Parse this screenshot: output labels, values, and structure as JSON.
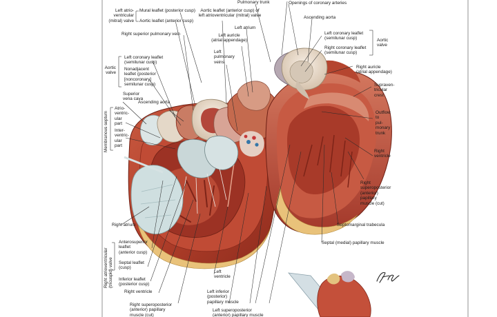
{
  "labels": {
    "left_av_valve": "Left atrio-\nventricular\n(mitral) valve",
    "mural_leaflet": "Mural leaflet (posterior cusp)",
    "aortic_leaflet": "Aortic leaflet (anterior cusp)",
    "aortic_leaflet_of_lav": "Aortic leaflet (anterior cusp) of\nleft atrioventricular (mitral) valve",
    "pulmonary_trunk": "Pulmonary trunk",
    "openings_coronary": "Openings of coronary arteries",
    "ascending_aorta_top": "Ascending aorta",
    "right_sup_pulm_vein": "Right superior pulmonary vein",
    "left_atrium": "Left atrium",
    "left_auricle": "Left auricle\n(atrial appendage)",
    "left_pulm_veins": "Left\npulmonary\nveins",
    "left_coronary_leaflet_r": "Left coronary leaflet\n(semilunar cusp)",
    "right_coronary_leaflet_r": "Right coronary leaflet\n(semilunar cusp)",
    "aortic_valve_r": "Aortic\nvalve",
    "aortic_valve_l": "Aortic\nvalve",
    "left_coronary_leaflet_l": "Left coronary leaflet\n(semilunar cusp)",
    "nonadjacent_leaflet": "Nonadjacent\nleaflet (posterior\n[noncoronary]\nsemilunar cusp)",
    "right_auricle": "Right auricle\n(atrial appendage)",
    "ascending_aorta_mid": "Ascending aorta",
    "supraventricular_crest": "Supraven-\ntricular\ncrest",
    "superior_vena_cava": "Superior\nvena cava",
    "membranous_septum": "Membranous septum",
    "atrioventricular_part": "Atrio-\nventric-\nular\npart",
    "interventricular_part": "Inter-\nventric-\nular\npart",
    "outflow": "Outflow\nto\npul-\nmonary\ntrunk",
    "right_ventricle_r": "Right\nventricle",
    "right_superoposterior_r": "Right\nsuperoposterior\n(anterior)\npapillary\nmuscle (cut)",
    "septomarginal": "Septomarginal trabecula",
    "right_atrium": "Right atrium",
    "septal_papillary": "Septal (medial) papillary muscle",
    "right_av_valve": "Right atrioventricular\n(tricuspid) valve",
    "anterosuperior_leaflet": "Anterosuperior\nleaflet\n(anterior cusp)",
    "septal_leaflet": "Septal leaflet\n(cusp)",
    "inferior_leaflet": "Inferior leaflet\n(posterior cusp)",
    "left_ventricle": "Left\nventricle",
    "right_ventricle_l": "Right ventricle",
    "left_inferior_papillary": "Left inferior\n(posterior)\npapillary muscle",
    "right_superoposterior_l": "Right superoposterior\n(anterior) papillary\nmuscle (cut)",
    "left_superoposterior": "Left superoposterior\n(anterior) papillary muscle",
    "signature": "F. Netter"
  },
  "colors": {
    "muscle": "#b4432f",
    "muscle_dark": "#7d2418",
    "muscle_light": "#d9826a",
    "fat": "#e9c27a",
    "endocard": "#f0d3c3",
    "valve": "#c9d7d8",
    "leader": "#2b2b2b"
  }
}
